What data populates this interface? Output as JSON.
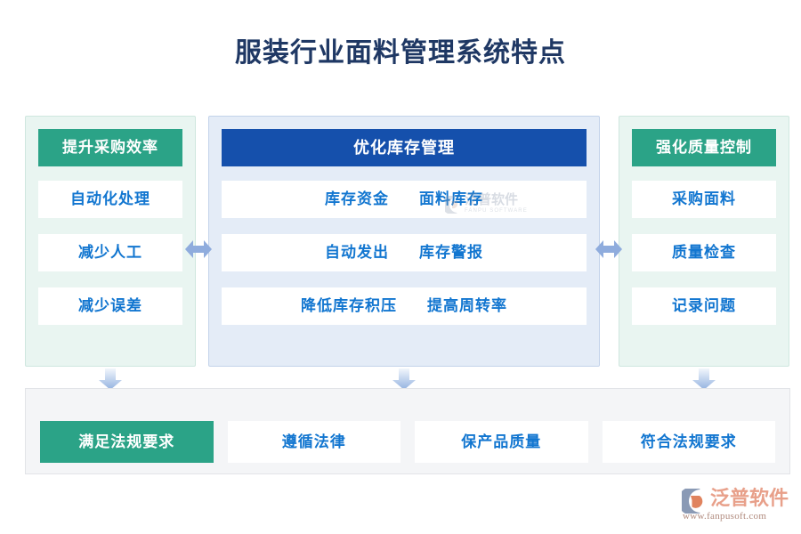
{
  "title": "服装行业面料管理系统特点",
  "colors": {
    "title": "#1f3864",
    "green": "#2ba387",
    "blue": "#1550ac",
    "item_text": "#1276d0",
    "side_bg": "#e9f5f1",
    "center_bg": "#e4ecf7",
    "bottom_bg": "#f4f5f7",
    "arrow": "#8facdd"
  },
  "columns": {
    "left": {
      "header": "提升采购效率",
      "items": [
        {
          "text": "自动化处理"
        },
        {
          "text": "减少人工"
        },
        {
          "text": "减少误差"
        }
      ]
    },
    "center": {
      "header": "优化库存管理",
      "items": [
        {
          "left": "库存资金",
          "right": "面料库存"
        },
        {
          "left": "自动发出",
          "right": "库存警报"
        },
        {
          "left": "降低库存积压",
          "right": "提高周转率"
        }
      ]
    },
    "right": {
      "header": "强化质量控制",
      "items": [
        {
          "text": "采购面料"
        },
        {
          "text": "质量检查"
        },
        {
          "text": "记录问题"
        }
      ]
    }
  },
  "bottom": {
    "items": [
      {
        "text": "满足法规要求",
        "accent": true
      },
      {
        "text": "遵循法律",
        "accent": false
      },
      {
        "text": "保产品质量",
        "accent": false
      },
      {
        "text": "符合法规要求",
        "accent": false
      }
    ]
  },
  "watermark": {
    "brand": "泛普软件",
    "sub": "FANPU SOFTWARE"
  },
  "footer_logo": {
    "brand": "泛普软件",
    "url": "www.fanpusoft.com"
  }
}
